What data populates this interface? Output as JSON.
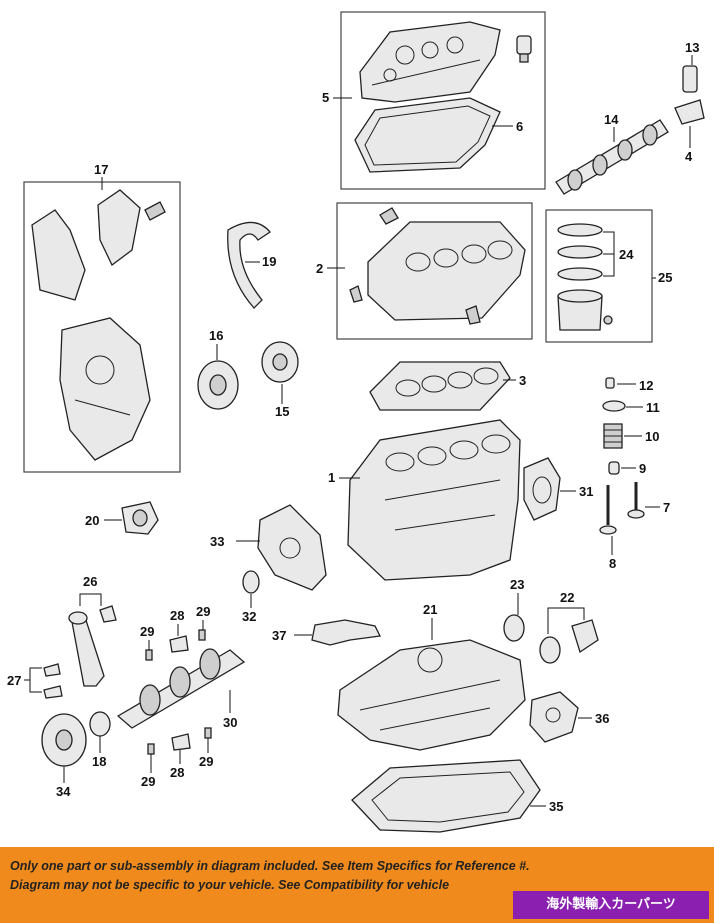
{
  "diagram": {
    "callouts": {
      "c1": "1",
      "c2": "2",
      "c3": "3",
      "c4": "4",
      "c5": "5",
      "c6": "6",
      "c7": "7",
      "c8": "8",
      "c9": "9",
      "c10": "10",
      "c11": "11",
      "c12": "12",
      "c13": "13",
      "c14": "14",
      "c15": "15",
      "c16": "16",
      "c17": "17",
      "c18": "18",
      "c19": "19",
      "c20": "20",
      "c21": "21",
      "c22": "22",
      "c23": "23",
      "c24": "24",
      "c25": "25",
      "c26": "26",
      "c27": "27",
      "c28a": "28",
      "c28b": "28",
      "c29a": "29",
      "c29b": "29",
      "c29c": "29",
      "c29d": "29",
      "c30": "30",
      "c31": "31",
      "c32": "32",
      "c33": "33",
      "c34": "34",
      "c35": "35",
      "c36": "36",
      "c37": "37"
    }
  },
  "disclaimer": {
    "line1": "Only one part or sub-assembly in diagram included. See Item Specifics for Reference #.",
    "line2": "Diagram may not be specific to your vehicle. See Compatibility for vehicle"
  },
  "badge": {
    "label": "海外製輸入カーパーツ"
  },
  "colors": {
    "banner": "#f08a1c",
    "badge": "#8a1fb0",
    "ink": "#222222"
  }
}
